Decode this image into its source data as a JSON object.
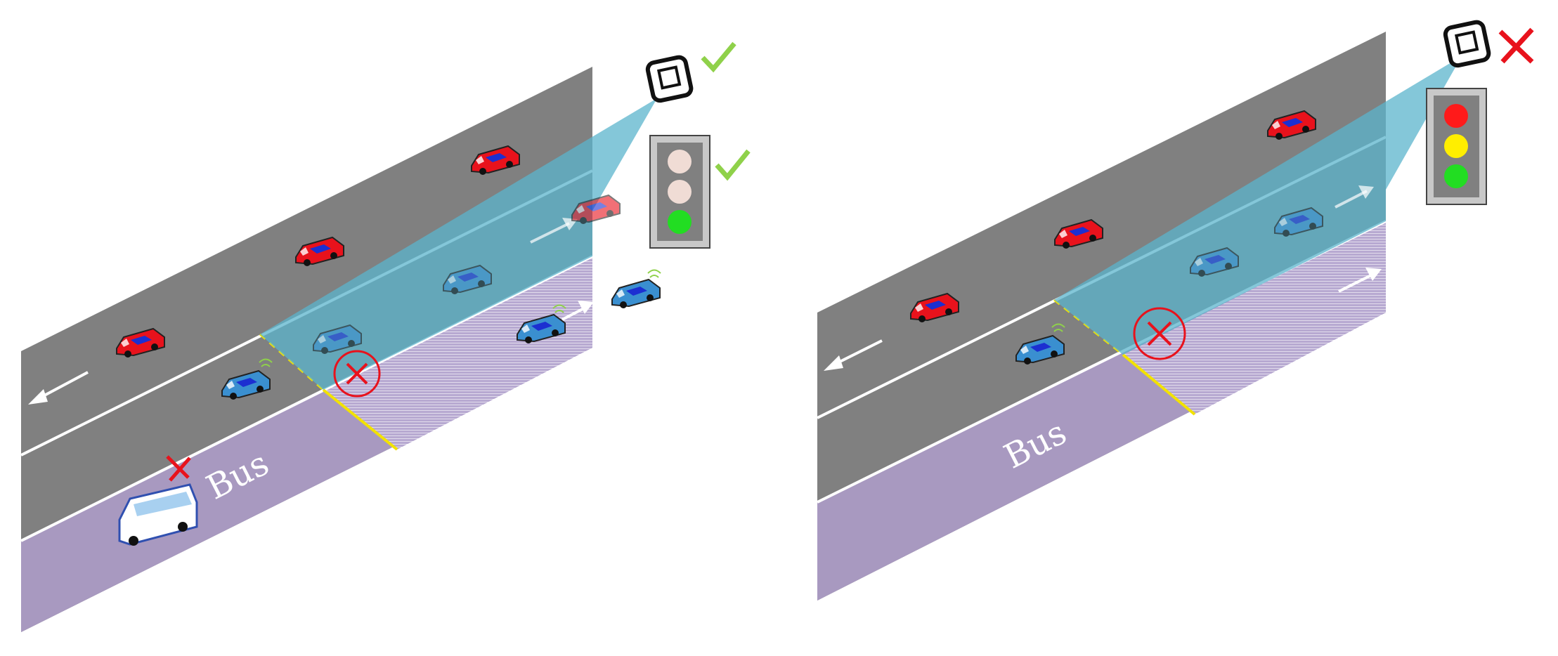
{
  "panels": [
    {
      "id": "left",
      "bus_label": "Bus",
      "camera_status": "check",
      "signal_status": "check",
      "signal_state": "green",
      "bus_blocked": true
    },
    {
      "id": "right",
      "bus_label": "Bus",
      "camera_status": "cross",
      "signal_state": "all-on"
    }
  ],
  "colors": {
    "road": "#808080",
    "bus_lane": "#a899c0",
    "camera_beam": "#5bb4cc",
    "car_red": "#e8121c",
    "car_blue": "#3a8fd0",
    "check": "#8fd14a",
    "cross": "#e8121c",
    "stop_line": "#f2e200"
  }
}
